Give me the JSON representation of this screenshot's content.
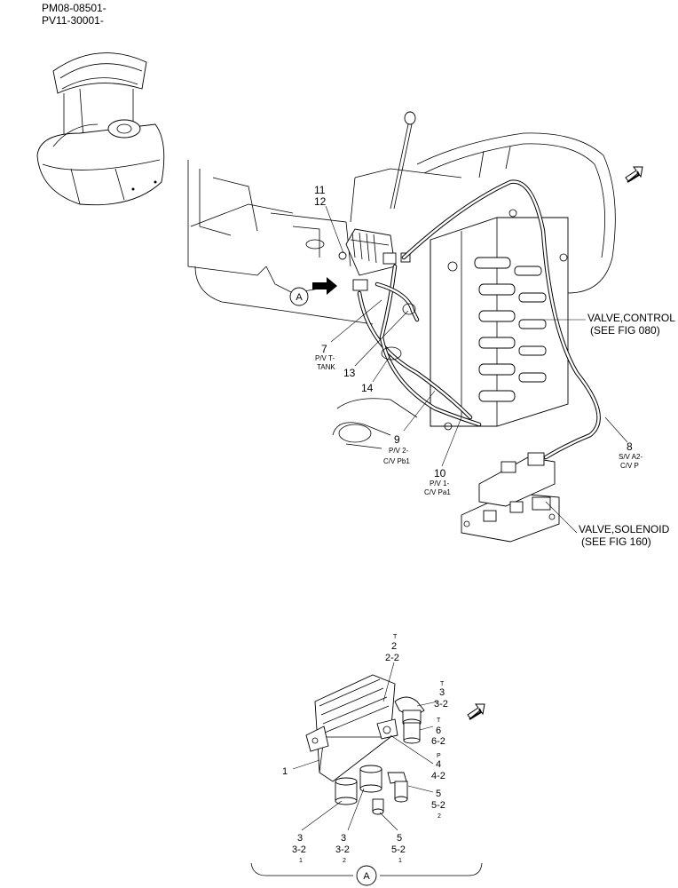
{
  "header": {
    "line1": "PM08-08501-",
    "line2": "PV11-30001-"
  },
  "main_view": {
    "callouts": {
      "c11": "11",
      "c12": "12",
      "c7": "7",
      "c7_sub1": "P/V T-",
      "c7_sub2": "TANK",
      "c13": "13",
      "c14": "14",
      "c9": "9",
      "c9_sub1": "P/V 2-",
      "c9_sub2": "C/V Pb1",
      "c10": "10",
      "c10_sub1": "P/V 1-",
      "c10_sub2": "C/V Pa1",
      "c8": "8",
      "c8_sub1": "S/V A2-",
      "c8_sub2": "C/V P"
    },
    "valve_control": {
      "line1": "VALVE,CONTROL",
      "line2": "(SEE FIG 080)"
    },
    "valve_solenoid": {
      "line1": "VALVE,SOLENOID",
      "line2": "(SEE FIG 160)"
    },
    "view_marker": "A"
  },
  "detail_view": {
    "callouts": {
      "t2": "T",
      "n2": "2",
      "n2_2": "2-2",
      "t3": "T",
      "n3": "3",
      "n3_2": "3-2",
      "t6": "T",
      "n6": "6",
      "n6_2": "6-2",
      "p4": "P",
      "n4": "4",
      "n4_2": "4-2",
      "n5r": "5",
      "n5r_2": "5-2",
      "n5r_q": "2",
      "n1": "1",
      "b3a": "3",
      "b3a_2": "3-2",
      "b3a_q": "1",
      "b3b": "3",
      "b3b_2": "3-2",
      "b3b_q": "2",
      "b5": "5",
      "b5_2": "5-2",
      "b5_q": "1"
    },
    "view_marker": "A"
  }
}
